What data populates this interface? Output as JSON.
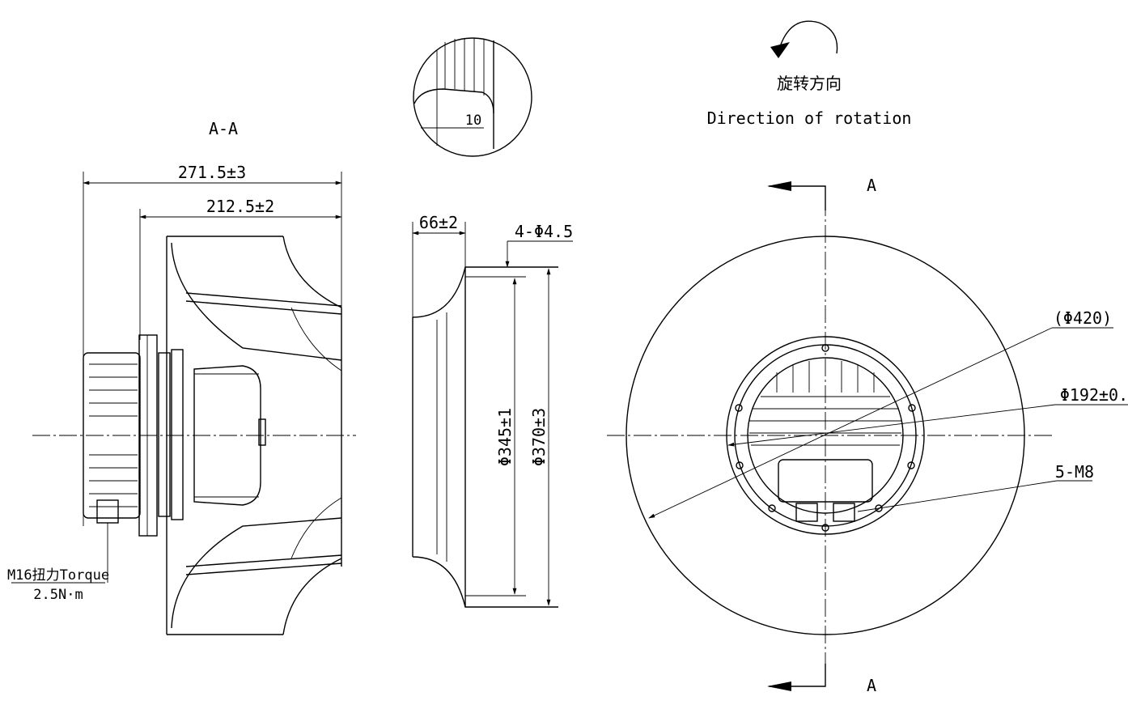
{
  "section": {
    "title": "A-A",
    "dim_overall_length": "271.5±3",
    "dim_impeller_length": "212.5±2",
    "torque_label": "M16扭力Torque",
    "torque_value": "2.5N·m"
  },
  "detail": {
    "dim": "10"
  },
  "inlet_ring": {
    "dim_depth": "66±2",
    "dim_holes": "4-Φ4.5",
    "dim_inner_dia": "Φ345±1",
    "dim_outer_dia": "Φ370±3"
  },
  "front_view": {
    "rotation_cn": "旋转方向",
    "rotation_en": "Direction of rotation",
    "section_mark_top": "A",
    "section_mark_bottom": "A",
    "dim_outer": "(Φ420)",
    "dim_hub": "Φ192±0.",
    "dim_threads": "5-M8"
  }
}
